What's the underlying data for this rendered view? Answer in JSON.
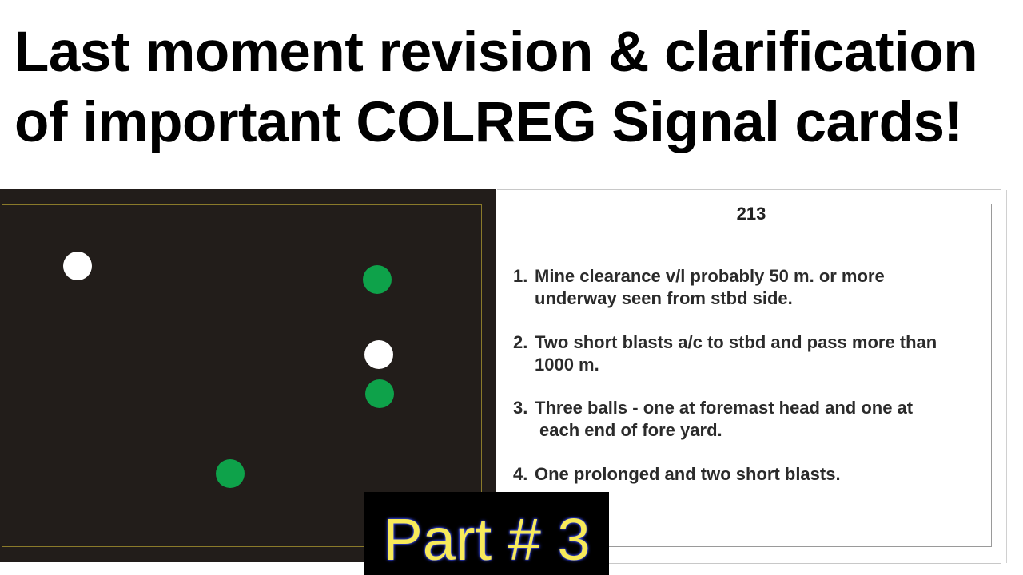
{
  "headline": {
    "line1": "Last moment revision & clarification",
    "line2": "of important COLREG Signal cards!"
  },
  "signal_card": {
    "lights": [
      {
        "color": "white"
      },
      {
        "color": "green"
      },
      {
        "color": "white"
      },
      {
        "color": "green"
      },
      {
        "color": "green"
      }
    ]
  },
  "answer_card": {
    "number": "213",
    "items": [
      {
        "num": "1.",
        "lines": [
          "Mine clearance v/l probably 50 m. or more",
          "underway seen from stbd side."
        ]
      },
      {
        "num": "2.",
        "lines": [
          "Two short blasts a/c to stbd and pass more than",
          "1000 m."
        ]
      },
      {
        "num": "3.",
        "lines": [
          "Three balls - one at foremast head and one at",
          " each end of fore yard."
        ]
      },
      {
        "num": "4.",
        "lines": [
          "One prolonged and two short blasts."
        ]
      }
    ]
  },
  "badge": {
    "label": "Part # 3"
  },
  "colors": {
    "panel_background": "#221d1a",
    "white_light": "#ffffff",
    "green_light": "#0ea24a",
    "badge_text": "#f7ea5a"
  }
}
